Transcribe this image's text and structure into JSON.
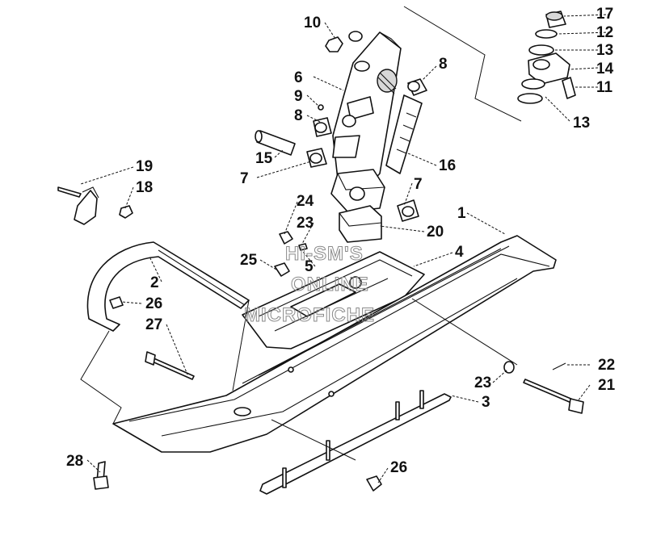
{
  "watermark": {
    "line1": "HI-SM'S",
    "line2": "ONLINE",
    "line3": "MICROFICHE"
  },
  "callouts": [
    {
      "id": "c10",
      "label": "10"
    },
    {
      "id": "c6",
      "label": "6"
    },
    {
      "id": "c9",
      "label": "9"
    },
    {
      "id": "c8a",
      "label": "8"
    },
    {
      "id": "c8b",
      "label": "8"
    },
    {
      "id": "c15",
      "label": "15"
    },
    {
      "id": "c7a",
      "label": "7"
    },
    {
      "id": "c16",
      "label": "16"
    },
    {
      "id": "c7b",
      "label": "7"
    },
    {
      "id": "c17",
      "label": "17"
    },
    {
      "id": "c12",
      "label": "12"
    },
    {
      "id": "c13a",
      "label": "13"
    },
    {
      "id": "c14",
      "label": "14"
    },
    {
      "id": "c11",
      "label": "11"
    },
    {
      "id": "c13b",
      "label": "13"
    },
    {
      "id": "c19",
      "label": "19"
    },
    {
      "id": "c18",
      "label": "18"
    },
    {
      "id": "c24",
      "label": "24"
    },
    {
      "id": "c23a",
      "label": "23"
    },
    {
      "id": "c20",
      "label": "20"
    },
    {
      "id": "c1",
      "label": "1"
    },
    {
      "id": "c25",
      "label": "25"
    },
    {
      "id": "c5",
      "label": "5"
    },
    {
      "id": "c4",
      "label": "4"
    },
    {
      "id": "c2",
      "label": "2"
    },
    {
      "id": "c26a",
      "label": "26"
    },
    {
      "id": "c27",
      "label": "27"
    },
    {
      "id": "c22",
      "label": "22"
    },
    {
      "id": "c23b",
      "label": "23"
    },
    {
      "id": "c21",
      "label": "21"
    },
    {
      "id": "c3",
      "label": "3"
    },
    {
      "id": "c28",
      "label": "28"
    },
    {
      "id": "c26b",
      "label": "26"
    }
  ]
}
